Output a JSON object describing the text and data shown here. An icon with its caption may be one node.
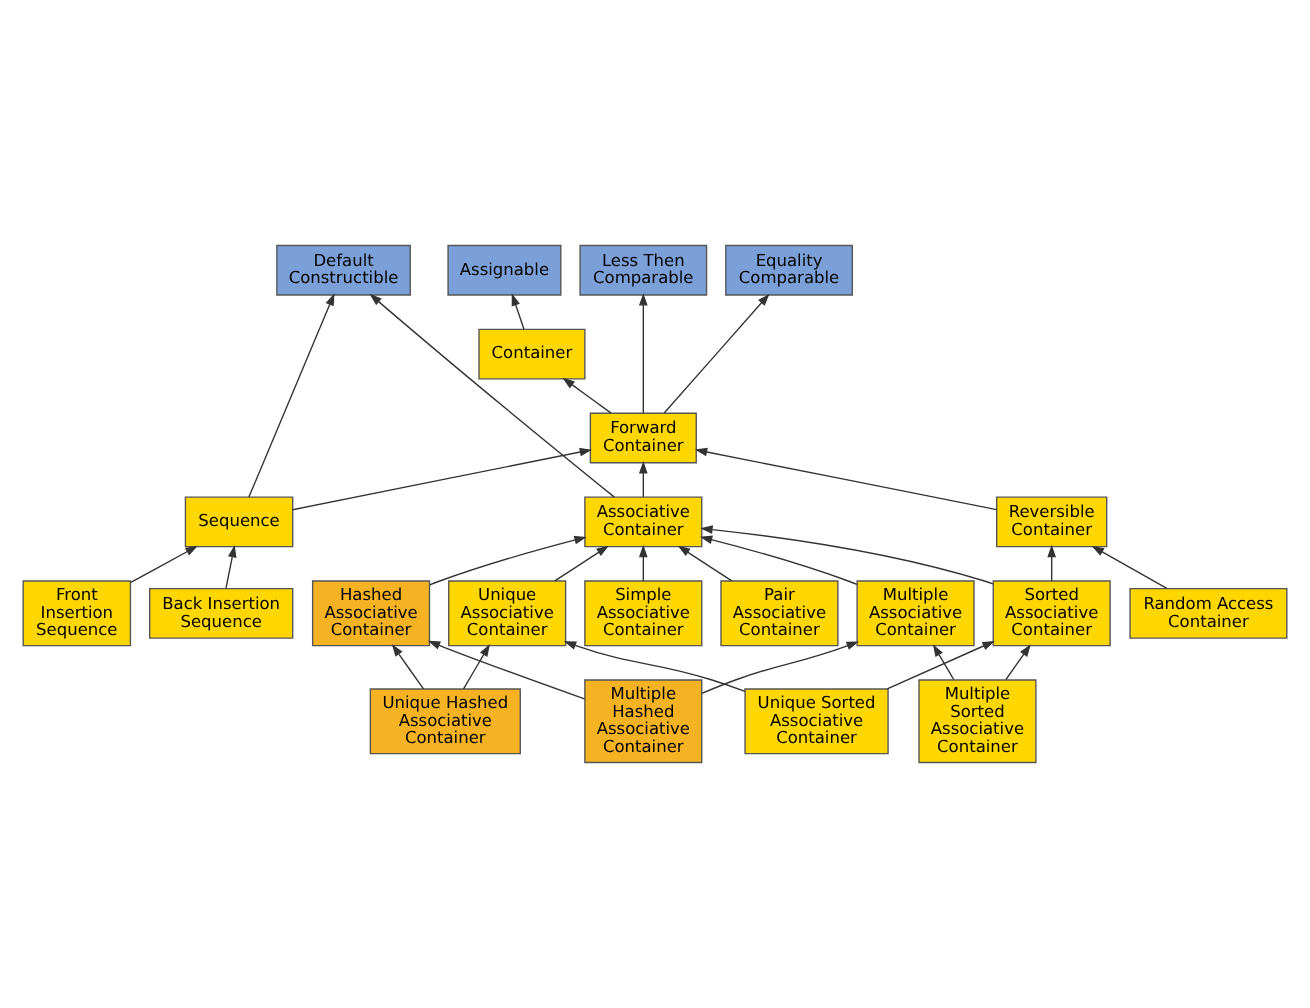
{
  "diagram": {
    "nodes": [
      {
        "text": [
          "Less Then Comparable"
        ]
      },
      {
        "text": [
          "Assignable"
        ]
      },
      {
        "text": [
          "Equality Comparable"
        ]
      },
      {
        "text": [
          "Default Constructible"
        ]
      },
      {
        "text": [
          "Container"
        ]
      },
      {
        "text": [
          "Sequence"
        ]
      },
      {
        "text": [
          "Forward Container"
        ]
      },
      {
        "text": [
          "Reversible Container"
        ]
      },
      {
        "text": [
          "Front Insertion Sequence"
        ]
      },
      {
        "text": [
          "Back Insertion Sequence"
        ]
      },
      {
        "text": [
          "Random Access Container"
        ]
      },
      {
        "text": [
          "Associative Container"
        ]
      },
      {
        "text": [
          "Sorted Associative Container"
        ]
      },
      {
        "text": [
          "Multiple Associative Container"
        ]
      },
      {
        "text": [
          "Hashed Associative Container"
        ]
      },
      {
        "text": [
          "Unique Associative Container"
        ]
      },
      {
        "text": [
          "Simple Associative Container"
        ]
      },
      {
        "text": [
          "Pair Associative Container"
        ]
      },
      {
        "text": [
          "Multiple Sorted Associative Container"
        ]
      },
      {
        "text": [
          "Multiple Hashed Associative Container"
        ]
      },
      {
        "text": [
          "Unique Hashed Associative Container"
        ]
      },
      {
        "text": [
          "Unique Sorted Associative Container"
        ]
      }
    ],
    "edges": [
      {
        "from": 6,
        "to": 0,
        "arrow": "to"
      },
      {
        "from": 4,
        "to": 1,
        "arrow": "to"
      },
      {
        "from": 6,
        "to": 2,
        "arrow": "to"
      },
      {
        "from": 5,
        "to": 3,
        "arrow": "to"
      },
      {
        "from": 11,
        "to": 3,
        "arrow": "to"
      },
      {
        "from": 6,
        "to": 4,
        "arrow": "to"
      },
      {
        "from": 5,
        "to": 6,
        "arrow": "to"
      },
      {
        "from": 7,
        "to": 6,
        "arrow": "to"
      },
      {
        "from": 11,
        "to": 6,
        "arrow": "to"
      },
      {
        "from": 8,
        "to": 5,
        "arrow": "to"
      },
      {
        "from": 9,
        "to": 5,
        "arrow": "to"
      },
      {
        "from": 10,
        "to": 7,
        "arrow": "to"
      },
      {
        "from": 12,
        "to": 7,
        "arrow": "to"
      },
      {
        "from": 12,
        "to": 11,
        "arrow": "to"
      },
      {
        "from": 13,
        "to": 11,
        "arrow": "to"
      },
      {
        "from": 14,
        "to": 11,
        "arrow": "to"
      },
      {
        "from": 15,
        "to": 11,
        "arrow": "to"
      },
      {
        "from": 16,
        "to": 11,
        "arrow": "to"
      },
      {
        "from": 17,
        "to": 11,
        "arrow": "to"
      },
      {
        "from": 18,
        "to": 12,
        "arrow": "to"
      },
      {
        "from": 18,
        "to": 13,
        "arrow": "to"
      },
      {
        "from": 19,
        "to": 13,
        "arrow": "to"
      },
      {
        "from": 19,
        "to": 14,
        "arrow": "to"
      },
      {
        "from": 20,
        "to": 14,
        "arrow": "to"
      },
      {
        "from": 20,
        "to": 15,
        "arrow": "to"
      },
      {
        "from": 21,
        "to": 12,
        "arrow": "to"
      },
      {
        "from": 21,
        "to": 15,
        "arrow": "to"
      }
    ]
  }
}
